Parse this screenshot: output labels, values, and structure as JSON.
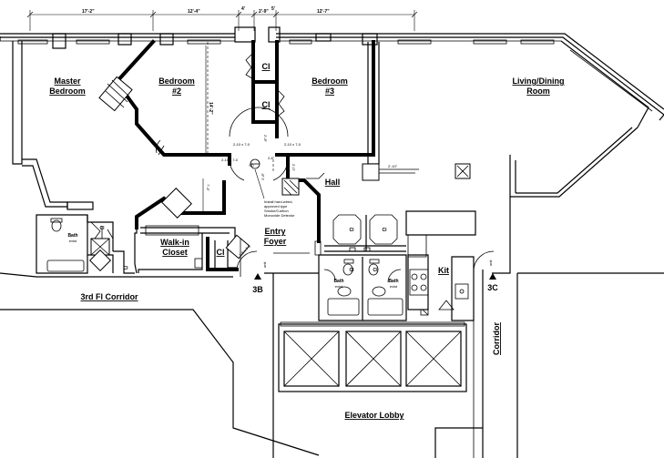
{
  "dimensions": {
    "top_left": "17'-2\"",
    "top_bedroom2": "12'-4\"",
    "top_small_a": "4'",
    "top_small_b": "2'-9\"",
    "top_small_c": "5'",
    "top_bedroom3": "12'-7\"",
    "vertical_bedroom2": "14'-2\"",
    "vertical_b": "7'-4\"",
    "vertical_c": "2'-8\"",
    "vertical_d": "2'-0\"",
    "hall_right": "2'-10\"",
    "door_a": "2-10 x 7-0",
    "door_b": "2-10 x 7-0",
    "door_c": "2-10 x 7-0",
    "door_d": "2-8\"",
    "door_e": "2'-8\"",
    "door_f": "2-8 x 7-0"
  },
  "rooms": {
    "master_line1": "Master",
    "master_line2": "Bedroom",
    "bed2_line1": "Bedroom",
    "bed2_line2": "#2",
    "bed3_line1": "Bedroom",
    "bed3_line2": "#3",
    "living_line1": "Living/Dining",
    "living_line2": "Room",
    "hall": "Hall",
    "entry_line1": "Entry",
    "entry_line2": "Foyer",
    "walkin_line1": "Walk-in",
    "walkin_line2": "Closet",
    "kit": "Kit",
    "closet": "Cl",
    "bath": "Bath",
    "bath_sub": "exist",
    "corridor_3rd": "3rd Fl Corridor",
    "corridor": "Corridor",
    "elevator_lobby": "Elevator Lobby"
  },
  "markers": {
    "unit_3b": "3B",
    "unit_3c": "3C",
    "unit_label": "unit"
  },
  "notes": {
    "detector_line1": "Install hard-wired,",
    "detector_line2": "approved type",
    "detector_line3": "Smoke/Carbon",
    "detector_line4": "Monoxide Detector",
    "detector_symbol": "SD"
  }
}
